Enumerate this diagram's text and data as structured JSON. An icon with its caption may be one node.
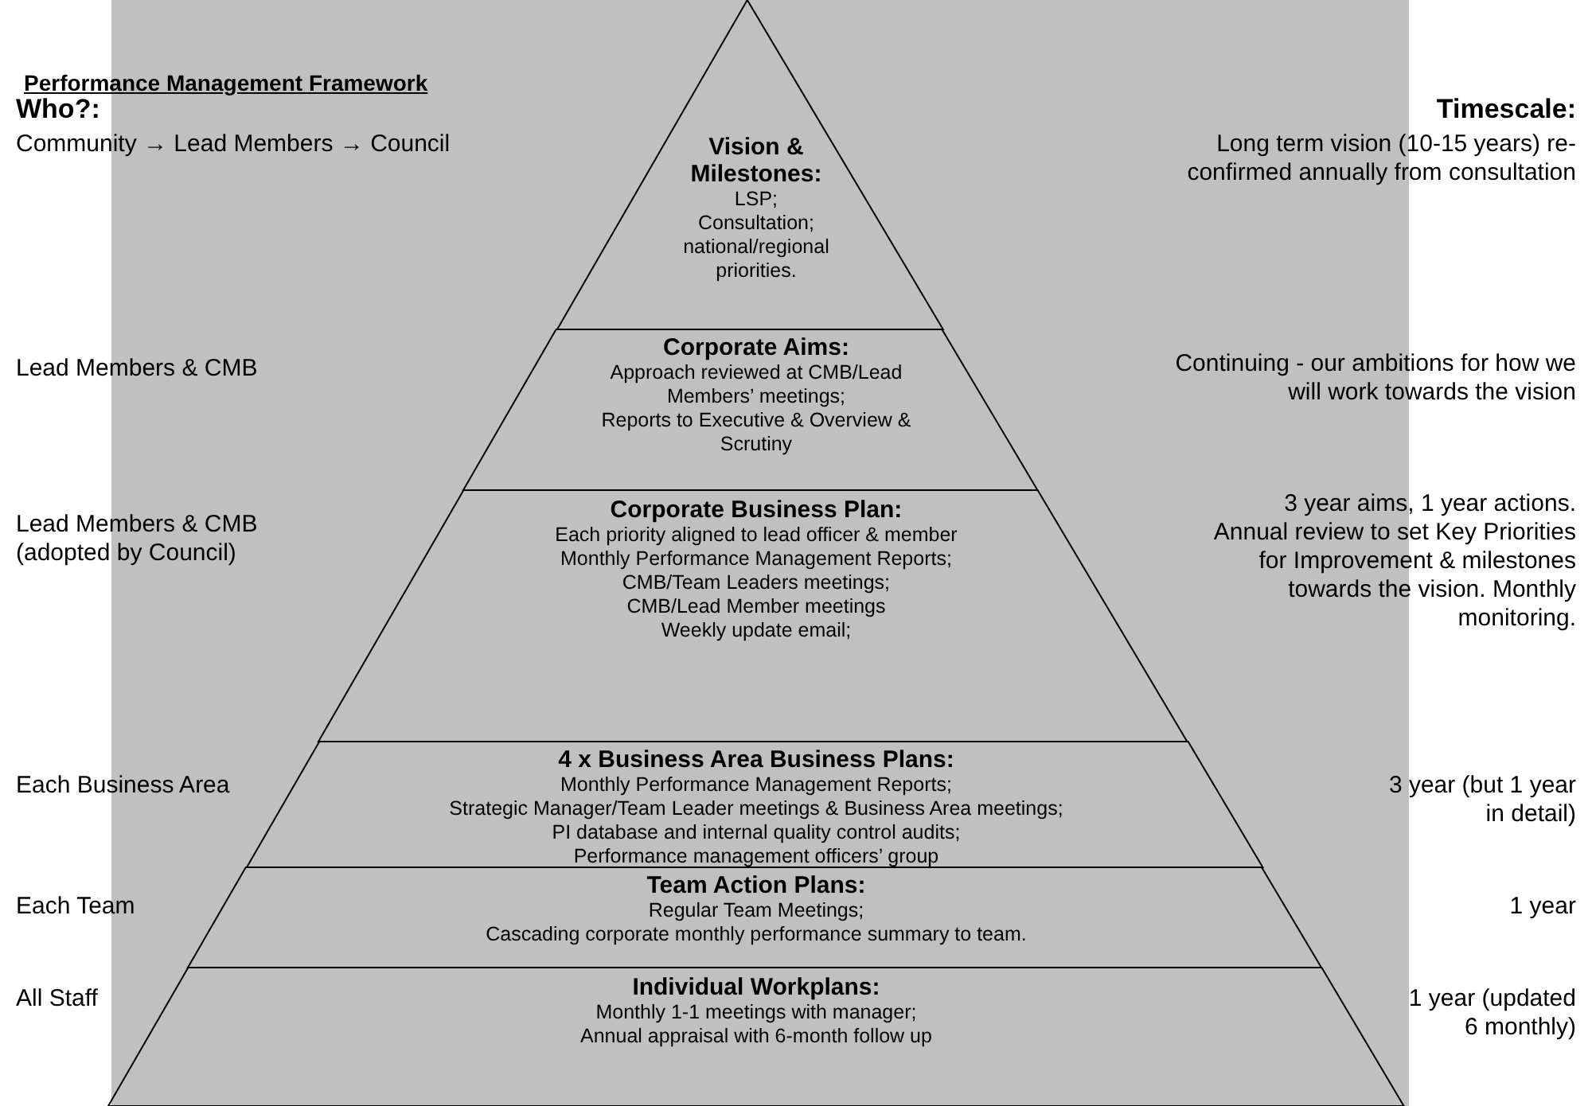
{
  "diagram": {
    "title": "Performance Management Framework",
    "nodes": [
      {
        "text": [
          "Vision & Milestones:",
          "LSP;",
          "Consultation;",
          "national/regional priorities."
        ]
      },
      {
        "text": [
          "Corporate Aims:",
          "Approach reviewed at CMB/Lead Members’ meetings;",
          "Reports to Executive & Overview & Scrutiny"
        ]
      },
      {
        "text": [
          "Corporate Business Plan:",
          "Each priority aligned to lead officer & member",
          "Monthly Performance Management Reports;",
          "CMB/Team Leaders meetings;",
          "CMB/Lead Member meetings",
          "Weekly update email;"
        ]
      },
      {
        "text": [
          "4 x Business Area Business Plans:",
          "Monthly Performance Management Reports;",
          "Strategic Manager/Team Leader meetings & Business Area meetings;",
          "PI database and internal quality control audits;",
          "Performance management officers’ group"
        ]
      },
      {
        "text": [
          "Team Action Plans:",
          "Regular Team Meetings;",
          "Cascading corporate monthly performance summary to team."
        ]
      },
      {
        "text": [
          "Individual Workplans:",
          "Monthly 1-1 meetings with manager;",
          "Annual appraisal with 6-month follow up"
        ]
      }
    ],
    "labels": [
      "Who?:",
      "Timescale:",
      "Community → Lead Members → Council",
      "Long term vision (10-15 years) re-confirmed annually from consultation",
      "Lead Members & CMB",
      "Continuing - our ambitions for how we will work towards the vision",
      "Lead Members & CMB (adopted by Council)",
      "3 year aims, 1 year actions. Annual review to set Key Priorities for Improvement & milestones towards the vision. Monthly monitoring.",
      "Each Business Area",
      "3 year (but 1 year in detail)",
      "Each Team",
      "1 year",
      "All Staff",
      "1 year (updated 6 monthly)"
    ]
  }
}
